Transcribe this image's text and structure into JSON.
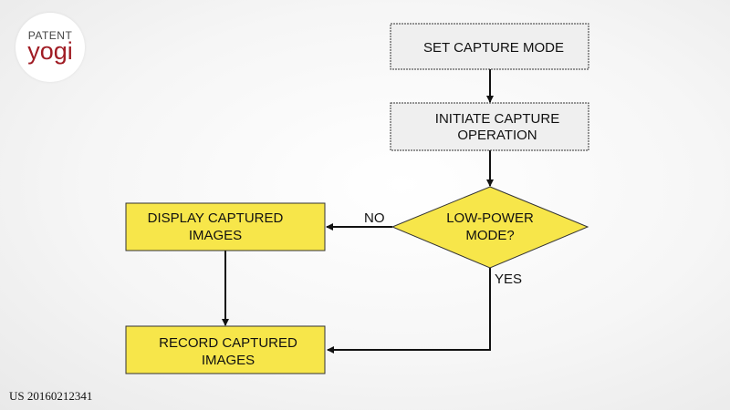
{
  "logo": {
    "top": "PATENT",
    "bottom": "yogi"
  },
  "flowchart": {
    "set_capture": "SET CAPTURE MODE",
    "initiate_line1": "INITIATE CAPTURE",
    "initiate_line2": "OPERATION",
    "decision_line1": "LOW-POWER",
    "decision_line2": "MODE?",
    "no_label": "NO",
    "yes_label": "YES",
    "display_line1": "DISPLAY CAPTURED",
    "display_line2": "IMAGES",
    "record_line1": "RECORD CAPTURED",
    "record_line2": "IMAGES"
  },
  "colors": {
    "process_fill": "#efefef",
    "highlight_fill": "#f7e64a",
    "logo_red": "#a01c24"
  },
  "footer": {
    "patent_number": "US 20160212341"
  }
}
